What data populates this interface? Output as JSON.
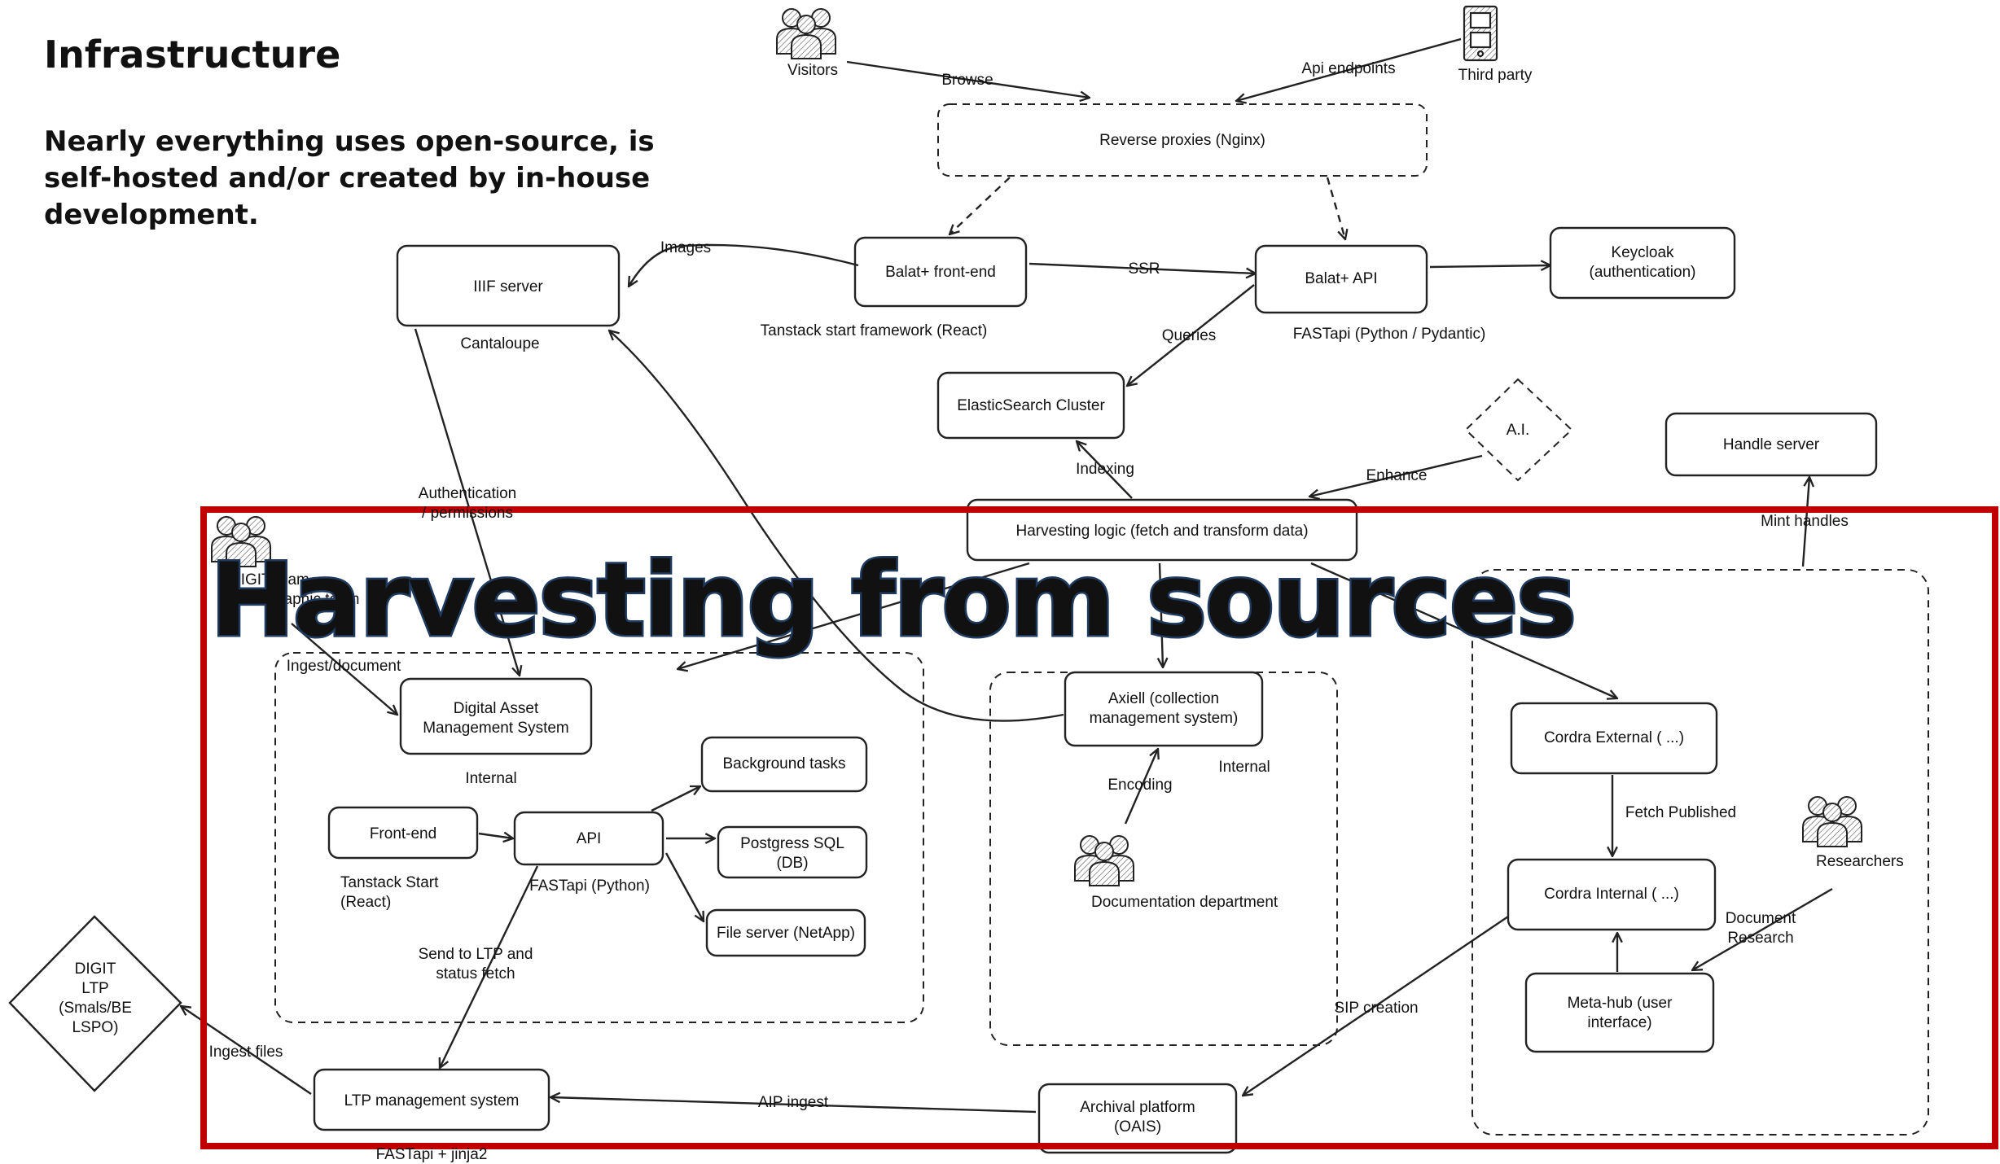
{
  "header": {
    "title": "Infrastructure",
    "subtitle": "Nearly everything uses open-source, is self-hosted and/or created by in-house development."
  },
  "highlight": {
    "text": "Harvesting from sources",
    "frame_color": "#c00000",
    "text_color": "#1f3a5f"
  },
  "actors": {
    "visitors": "Visitors",
    "third_party": "Third party",
    "digit_team_1": "DIGIT team",
    "digit_team_2": "Photographic team",
    "documentation": "Documentation department",
    "researchers": "Researchers"
  },
  "nodes": {
    "reverse_proxies": "Reverse proxies (Nginx)",
    "balat_front": "Balat+ front-end",
    "balat_api": "Balat+ API",
    "keycloak": [
      "Keycloak",
      "(authentication)"
    ],
    "iiif": "IIIF server",
    "elastic": "ElasticSearch Cluster",
    "ai": "A.I.",
    "handle": "Handle server",
    "harvesting": "Harvesting logic (fetch and transform data)",
    "dams": [
      "Digital Asset",
      "Management System"
    ],
    "background": "Background tasks",
    "frontend": "Front-end",
    "api": "API",
    "postgres": [
      "Postgress SQL",
      "(DB)"
    ],
    "fileserver": "File server (NetApp)",
    "axiell": [
      "Axiell (collection",
      "management system)"
    ],
    "cordra_ext": "Cordra External ( ...)",
    "cordra_int": "Cordra Internal ( ...)",
    "metahub": [
      "Meta-hub (user",
      "interface)"
    ],
    "digit_ltp": [
      "DIGIT",
      "LTP",
      "(Smals/BE",
      "LSPO)"
    ],
    "ltp": "LTP management system",
    "archival": [
      "Archival platform",
      "(OAIS)"
    ]
  },
  "captions": {
    "cantaloupe": "Cantaloupe",
    "tanstack": "Tanstack start framework (React)",
    "fastapi_pydantic": "FASTapi (Python / Pydantic)",
    "internal_dams": "Internal",
    "tanstack_react": [
      "Tanstack Start",
      "(React)"
    ],
    "fastapi_python": "FASTapi (Python)",
    "internal_axiell": "Internal",
    "fastapi_jinja": "FASTapi + jinja2"
  },
  "edges": {
    "browse": "Browse",
    "api_endpoints": "Api endpoints",
    "images": "Images",
    "ssr": "SSR",
    "queries": "Queries",
    "indexing": "Indexing",
    "enhance": "Enhance",
    "mint": "Mint handles",
    "auth": [
      "Authentication",
      "/ permissions"
    ],
    "ingest_doc": "Ingest/document",
    "encoding": "Encoding",
    "fetch_published": "Fetch Published",
    "doc_research": [
      "Document",
      "Research"
    ],
    "send_ltp": [
      "Send to LTP and",
      "status fetch"
    ],
    "sip": "SIP creation",
    "aip": "AIP ingest",
    "ingest_files": "Ingest files"
  }
}
